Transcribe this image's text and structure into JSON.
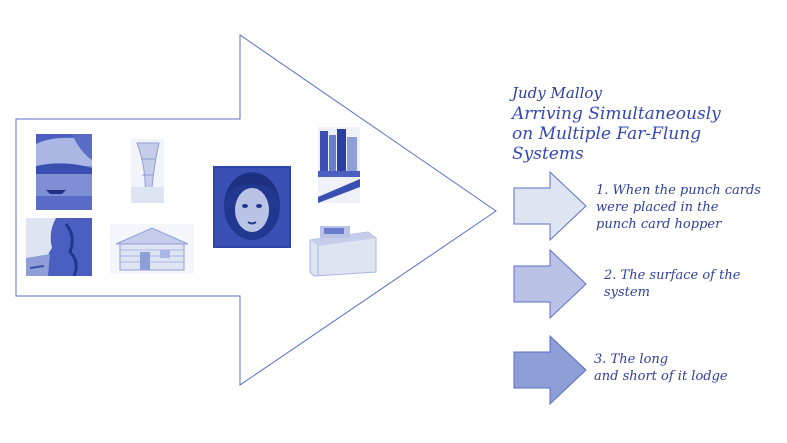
{
  "header": {
    "author": "Judy Malloy",
    "title_lines": [
      "Arriving Simultaneously",
      "on Multiple Far-Flung",
      "Systems"
    ]
  },
  "nav": [
    {
      "label_lines": [
        "1. When the punch cards",
        "were placed in the",
        "punch card hopper"
      ],
      "arrow_color": "#dfe4f3"
    },
    {
      "label_lines": [
        "2. The surface of the",
        "system"
      ],
      "arrow_color": "#b9c3e6"
    },
    {
      "label_lines": [
        "3. The long",
        "and short of it lodge"
      ],
      "arrow_color": "#8e9ed6"
    }
  ],
  "colors": {
    "arrow_outline": "#5b6fc4",
    "text": "#2f3f9a",
    "photo_blue": "#4a5fc0"
  }
}
